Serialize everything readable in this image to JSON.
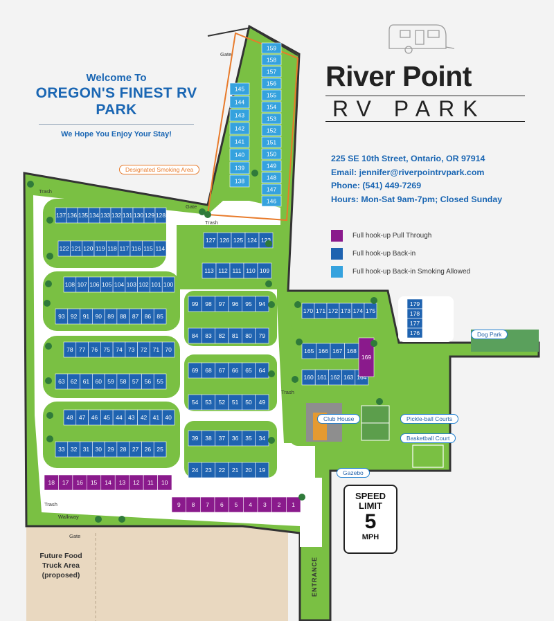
{
  "welcome": {
    "line1": "Welcome To",
    "line2": "OREGON'S FINEST RV PARK",
    "line3": "We Hope You Enjoy Your Stay!"
  },
  "brand": {
    "name": "River Point",
    "subtitle": "RV PARK"
  },
  "contact": {
    "address": "225 SE 10th Street, Ontario, OR 97914",
    "email": "Email: jennifer@riverpointrvpark.com",
    "phone": "Phone: (541) 449-7269",
    "hours": "Hours: Mon-Sat 9am-7pm; Closed Sunday"
  },
  "legend": [
    {
      "label": "Full hook-up Pull Through",
      "color": "#8a1a8c"
    },
    {
      "label": "Full hook-up Back-in",
      "color": "#1f63b0"
    },
    {
      "label": "Full hook-up Back-in Smoking Allowed",
      "color": "#35a2de"
    }
  ],
  "colors": {
    "grass": "#7ac043",
    "road": "#ffffff",
    "boundary": "#333333",
    "smoking_outline": "#e87a2a",
    "background": "#f3f3f3"
  },
  "callouts": {
    "smoking_area": "Designated Smoking Area",
    "dog_park": "Dog Park",
    "club_house": "Club House",
    "pickleball": "Pickle-ball Courts",
    "basketball": "Basketball Court",
    "gazebo": "Gazebo"
  },
  "labels": {
    "gate": "Gate",
    "trash": "Trash",
    "walkway": "Walkway",
    "entrance": "ENTRANCE",
    "future_food": [
      "Future Food",
      "Truck Area",
      "(proposed)"
    ]
  },
  "speed_sign": {
    "line1": "SPEED",
    "line2": "LIMIT",
    "number": "5",
    "unit": "MPH"
  },
  "icons": [
    "rv-trailer-icon",
    "map-pin-icon",
    "tree-icon",
    "gate-icon",
    "trash-icon"
  ],
  "sites": {
    "smoking": [
      {
        "n": 159
      },
      {
        "n": 158
      },
      {
        "n": 157
      },
      {
        "n": 156
      },
      {
        "n": 155
      },
      {
        "n": 154
      },
      {
        "n": 153
      },
      {
        "n": 152
      },
      {
        "n": 151
      },
      {
        "n": 150
      },
      {
        "n": 149
      },
      {
        "n": 148
      },
      {
        "n": 147
      },
      {
        "n": 146
      },
      {
        "n": 145
      },
      {
        "n": 144
      },
      {
        "n": 143
      },
      {
        "n": 142
      },
      {
        "n": 141
      },
      {
        "n": 140
      },
      {
        "n": 139
      },
      {
        "n": 138
      }
    ],
    "blocks": [
      {
        "id": "b-137-128",
        "type": "back-in",
        "numbers": [
          137,
          136,
          135,
          134,
          133,
          132,
          131,
          130,
          129,
          128
        ]
      },
      {
        "id": "b-122-114",
        "type": "back-in",
        "numbers": [
          122,
          121,
          120,
          119,
          118,
          117,
          116,
          115,
          114
        ]
      },
      {
        "id": "b-127-123",
        "type": "back-in",
        "numbers": [
          127,
          126,
          125,
          124,
          123
        ]
      },
      {
        "id": "b-113-109",
        "type": "back-in",
        "numbers": [
          113,
          112,
          111,
          110,
          109
        ]
      },
      {
        "id": "b-108-100",
        "type": "back-in",
        "numbers": [
          108,
          107,
          106,
          105,
          104,
          103,
          102,
          101,
          100
        ]
      },
      {
        "id": "b-93-85",
        "type": "back-in",
        "numbers": [
          93,
          92,
          91,
          90,
          89,
          88,
          87,
          86,
          85
        ]
      },
      {
        "id": "b-99-94",
        "type": "back-in",
        "numbers": [
          99,
          98,
          97,
          96,
          95,
          94
        ]
      },
      {
        "id": "b-84-79",
        "type": "back-in",
        "numbers": [
          84,
          83,
          82,
          81,
          80,
          79
        ]
      },
      {
        "id": "b-78-70",
        "type": "back-in",
        "numbers": [
          78,
          77,
          76,
          75,
          74,
          73,
          72,
          71,
          70
        ]
      },
      {
        "id": "b-63-55",
        "type": "back-in",
        "numbers": [
          63,
          62,
          61,
          60,
          59,
          58,
          57,
          56,
          55
        ]
      },
      {
        "id": "b-69-64",
        "type": "back-in",
        "numbers": [
          69,
          68,
          67,
          66,
          65,
          64
        ]
      },
      {
        "id": "b-54-49",
        "type": "back-in",
        "numbers": [
          54,
          53,
          52,
          51,
          50,
          49
        ]
      },
      {
        "id": "b-48-40",
        "type": "back-in",
        "numbers": [
          48,
          47,
          46,
          45,
          44,
          43,
          42,
          41,
          40
        ]
      },
      {
        "id": "b-33-25",
        "type": "back-in",
        "numbers": [
          33,
          32,
          31,
          30,
          29,
          28,
          27,
          26,
          25
        ]
      },
      {
        "id": "b-39-34",
        "type": "back-in",
        "numbers": [
          39,
          38,
          37,
          36,
          35,
          34
        ]
      },
      {
        "id": "b-24-19",
        "type": "back-in",
        "numbers": [
          24,
          23,
          22,
          21,
          20,
          19
        ]
      },
      {
        "id": "b-18-10",
        "type": "pull-through",
        "numbers": [
          18,
          17,
          16,
          15,
          14,
          13,
          12,
          11,
          10
        ]
      },
      {
        "id": "b-9-1",
        "type": "pull-through",
        "numbers": [
          9,
          8,
          7,
          6,
          5,
          4,
          3,
          2,
          1
        ]
      },
      {
        "id": "b-170-175",
        "type": "back-in",
        "numbers": [
          170,
          171,
          172,
          173,
          174,
          175
        ]
      },
      {
        "id": "b-165-168",
        "type": "back-in",
        "numbers": [
          165,
          166,
          167,
          168
        ]
      },
      {
        "id": "b-160-164",
        "type": "back-in",
        "numbers": [
          160,
          161,
          162,
          163,
          164
        ]
      },
      {
        "id": "b-169",
        "type": "pull-through",
        "numbers": [
          169
        ]
      },
      {
        "id": "b-179-176",
        "type": "back-in",
        "numbers": [
          179,
          178,
          177,
          176
        ]
      }
    ]
  }
}
